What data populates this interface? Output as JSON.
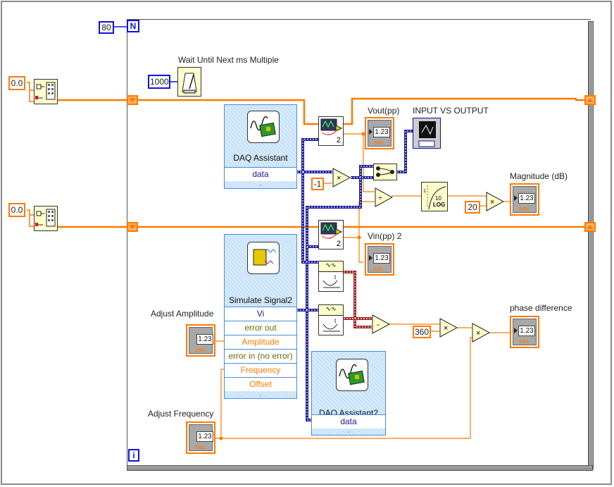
{
  "loop": {
    "count_terminal": "N",
    "iteration_terminal": "i",
    "count_constant": "80"
  },
  "wait": {
    "label": "Wait Until Next ms Multiple",
    "constant": "1000",
    "icon": "metronome-icon"
  },
  "controls_left": [
    {
      "value": "0.0",
      "icon": "build-array-icon"
    },
    {
      "value": "0.0",
      "icon": "build-array-icon"
    }
  ],
  "daq1": {
    "title": "DAQ Assistant",
    "output": "data"
  },
  "daq2": {
    "title": "DAQ Assistant2",
    "input": "data"
  },
  "simulate": {
    "title": "Simulate Signal2",
    "rows": [
      "Vi",
      "error out",
      "Amplitude",
      "error in (no error)",
      "Frequency",
      "Offset"
    ]
  },
  "constants": {
    "neg_one": "-1",
    "twenty": "20",
    "three_sixty": "360",
    "amp_index_1": "2",
    "amp_index_2": "2"
  },
  "indicators": {
    "vout": {
      "label": "Vout(pp)",
      "value": "1.23",
      "type": "DBL"
    },
    "vin": {
      "label": "Vin(pp) 2",
      "value": "1.23",
      "type": "DBL"
    },
    "magnitude": {
      "label": "Magnitude (dB)",
      "value": "1.23",
      "type": "DBL"
    },
    "phase": {
      "label": "phase difference",
      "value": "1.23",
      "type": "DBL"
    }
  },
  "graph": {
    "label": "INPUT VS OUTPUT"
  },
  "controls": {
    "amplitude": {
      "label": "Adjust Amplitude",
      "value": "1.23",
      "type": "DBL"
    },
    "frequency": {
      "label": "Adjust Frequency",
      "value": "1.23",
      "type": "DBL"
    }
  },
  "operators": {
    "multiply": "×",
    "divide": "÷",
    "subtract": "-",
    "log_label": "LOG",
    "log_base": "10"
  },
  "colors": {
    "orange_wire": "#ff7a00",
    "dynamic_wire": "#1a1a9a",
    "waveform_wire": "#a02020",
    "int_blue": "#1010e0",
    "express_bg": "#d6ebfb"
  }
}
